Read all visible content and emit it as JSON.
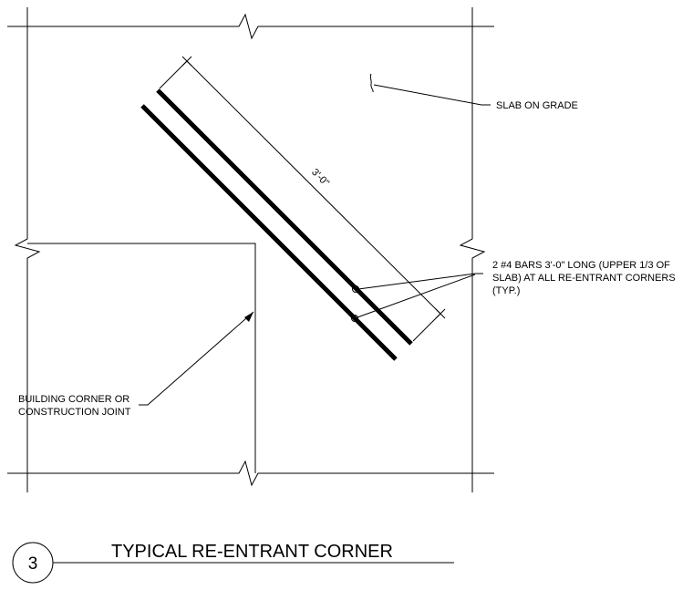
{
  "labels": {
    "slab": "SLAB ON GRADE",
    "bars_line1": "2 #4 BARS 3'-0\" LONG (UPPER 1/3 OF",
    "bars_line2": "SLAB) AT ALL RE-ENTRANT CORNERS",
    "bars_line3": "(TYP.)",
    "corner_line1": "BUILDING CORNER OR",
    "corner_line2": "CONSTRUCTION JOINT",
    "dimension": "3'-0\""
  },
  "title_block": {
    "number": "3",
    "title": "TYPICAL RE-ENTRANT CORNER"
  }
}
